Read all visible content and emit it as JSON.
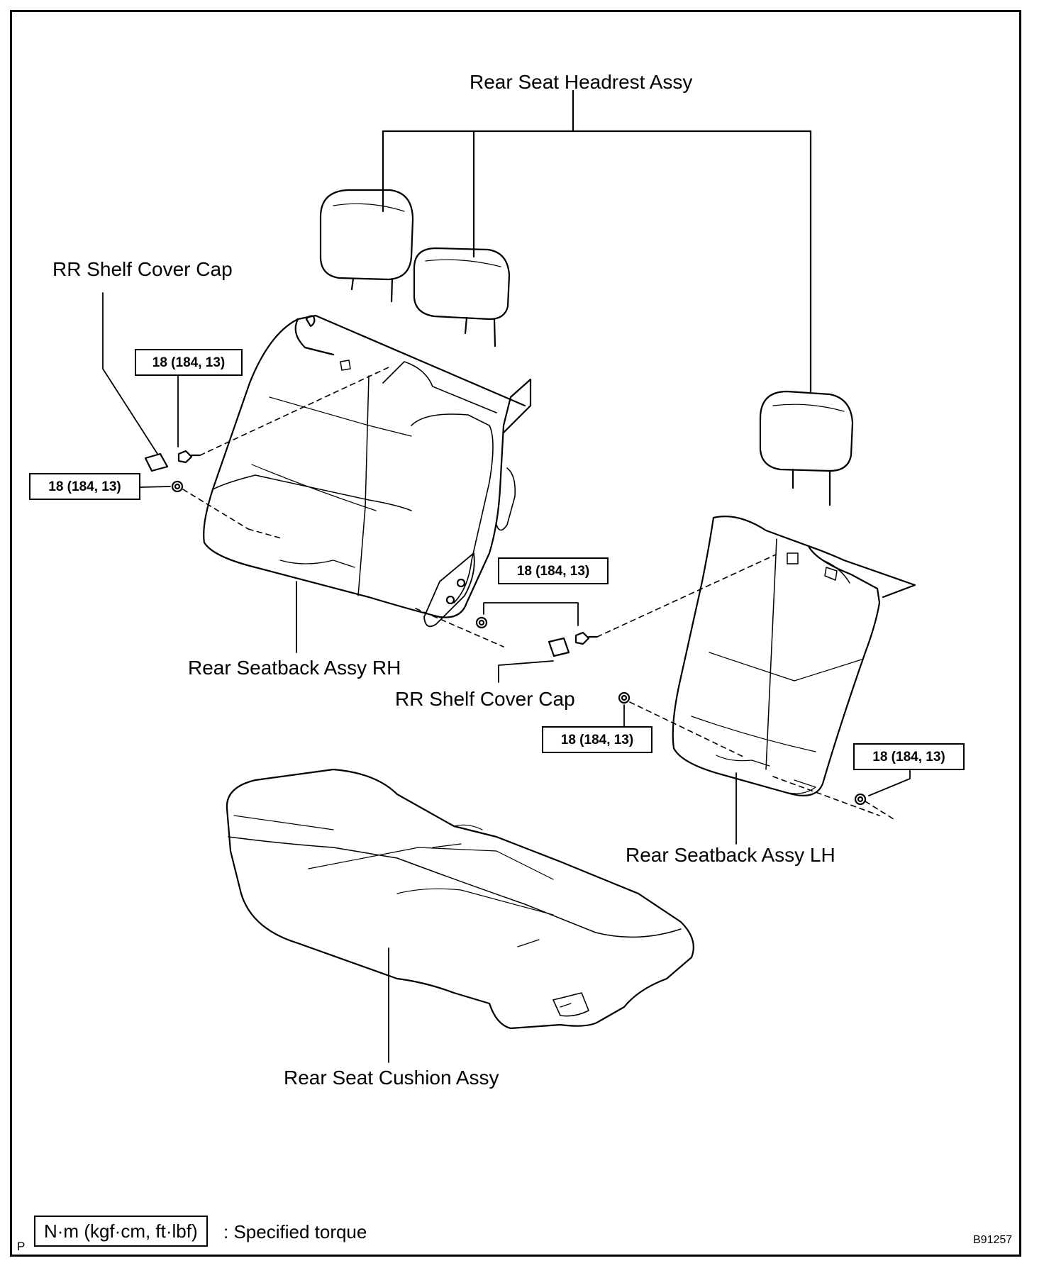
{
  "labels": {
    "headrest": "Rear Seat Headrest Assy",
    "shelf_cap_left": "RR Shelf Cover Cap",
    "shelf_cap_center": "RR Shelf Cover Cap",
    "seatback_rh": "Rear Seatback Assy RH",
    "seatback_lh": "Rear Seatback Assy LH",
    "cushion": "Rear Seat Cushion Assy"
  },
  "torque": {
    "bolt_left": "18 (184, 13)",
    "nut_left": "18 (184, 13)",
    "center_pair": "18 (184, 13)",
    "nut_lh_upper": "18 (184, 13)",
    "nut_lh_right": "18 (184, 13)"
  },
  "legend": {
    "unit_box": "N·m (kgf·cm, ft·lbf)",
    "description": ": Specified torque"
  },
  "corner": {
    "page_mark": "P",
    "figure_code": "B91257"
  }
}
